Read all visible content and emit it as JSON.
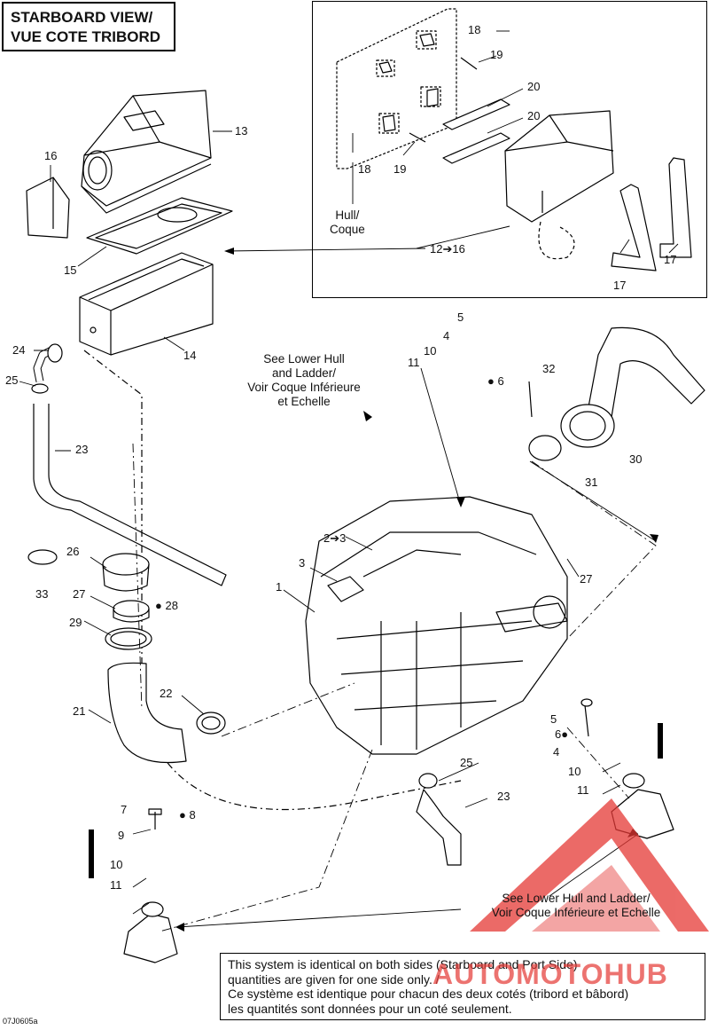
{
  "title": {
    "line1": "STARBOARD VIEW/",
    "line2": "VUE COTE TRIBORD"
  },
  "inset": {
    "hull_label": {
      "line1": "Hull/",
      "line2": "Coque"
    },
    "group_label": "12➔16",
    "numbers": {
      "n18a": "18",
      "n19a": "19",
      "n20a": "20",
      "n20b": "20",
      "n18b": "18",
      "n19b": "19",
      "n17a": "17",
      "n17b": "17"
    }
  },
  "callouts": {
    "n13": "13",
    "n16": "16",
    "n15": "15",
    "n14": "14",
    "n24": "24",
    "n25a": "25",
    "n23a": "23",
    "n5a": "5",
    "n4a": "4",
    "n10a": "10",
    "n11a": "11",
    "n6a": "6",
    "n32": "32",
    "n30": "30",
    "n31": "31",
    "n2to3": "2➔3",
    "n3": "3",
    "n1": "1",
    "n27a": "27",
    "n26": "26",
    "n33": "33",
    "n27b": "27",
    "n28": "28",
    "n29": "29",
    "n22": "22",
    "n21": "21",
    "n25b": "25",
    "n23b": "23",
    "n5b": "5",
    "n6b": "6",
    "n4b": "4",
    "n10b": "10",
    "n11b": "11",
    "n7": "7",
    "n8": "8",
    "n9": "9",
    "n10c": "10",
    "n11c": "11"
  },
  "ref_upper": {
    "line1": "See Lower Hull",
    "line2": "and Ladder/",
    "line3": "Voir Coque Inférieure",
    "line4": "et Echelle"
  },
  "ref_lower": {
    "line1": "See Lower Hull and Ladder/",
    "line2": "Voir Coque Inférieure et Echelle"
  },
  "note": {
    "line1": "This system is identical on both sides (Starboard and Port Side)",
    "line2": "quantities are given for one side only. /",
    "line3": "Ce système est identique pour chacun des deux cotés (tribord et bâbord)",
    "line4": "les quantités sont données pour un coté seulement."
  },
  "figure_code": "07J0605a",
  "watermark": {
    "text": "AUTOMOTOHUB",
    "color": "#e53935"
  },
  "colors": {
    "line": "#000000",
    "background": "#ffffff"
  }
}
